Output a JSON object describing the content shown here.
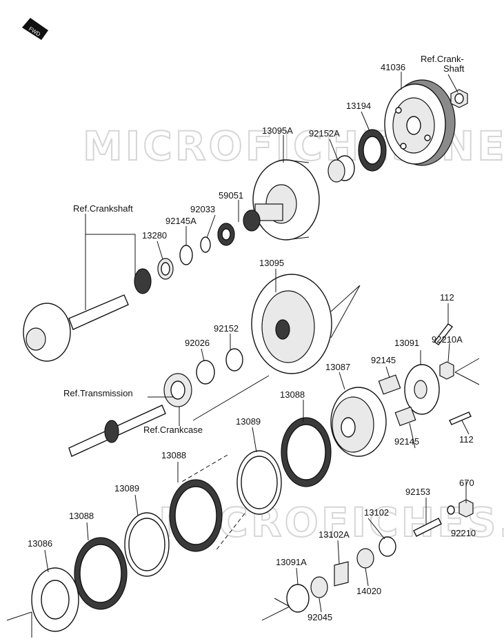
{
  "watermark": "MICROFICHES.NET",
  "fwd_label": "FWD",
  "parts": {
    "p41036": "41036",
    "ref_crank_shaft": "Ref.Crank-",
    "ref_crank_shaft_2": "Shaft",
    "p13194": "13194",
    "p92152A": "92152A",
    "p13095A": "13095A",
    "p59051": "59051",
    "p92033": "92033",
    "p92145A": "92145A",
    "ref_crankshaft": "Ref.Crankshaft",
    "p13280": "13280",
    "p13095": "13095",
    "p112_top": "112",
    "p92152": "92152",
    "p92026": "92026",
    "p13091": "13091",
    "p92210A": "92210A",
    "p92145_top": "92145",
    "p13087": "13087",
    "ref_transmission": "Ref.Transmission",
    "ref_crankcase": "Ref.Crankcase",
    "p13088_mid": "13088",
    "p13089_mid": "13089",
    "p92145_bot": "92145",
    "p112_bot": "112",
    "p13088_left": "13088",
    "p13089_left": "13089",
    "p670": "670",
    "p92153": "92153",
    "p13102": "13102",
    "p92210": "92210",
    "p13088_low": "13088",
    "p13086": "13086",
    "p13102A": "13102A",
    "p13091A": "13091A",
    "p14020": "14020",
    "p92045": "92045"
  }
}
